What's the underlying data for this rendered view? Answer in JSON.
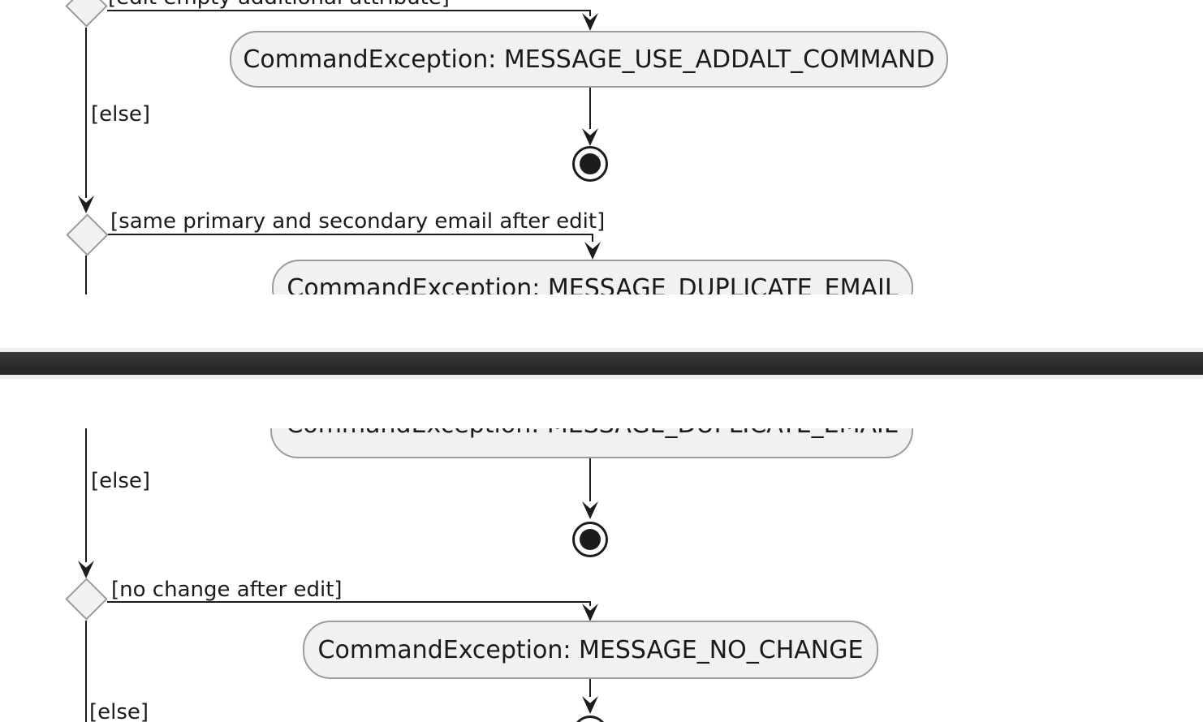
{
  "colors": {
    "node_fill": "#f1f1f1",
    "node_border": "#9b9b9b",
    "line": "#1c1c1c",
    "label_text": "#1a1a1a",
    "bar": "#2e2e2e",
    "bar_edge": "#ededed",
    "page_bg": "#ffffff"
  },
  "section_top": {
    "clipped_condition_label": "[edit empty additional attribute]",
    "exception_use_addalt": "CommandException: MESSAGE_USE_ADDALT_COMMAND",
    "else_label": "[else]",
    "condition_same_email": "[same primary and secondary email after edit]",
    "exception_duplicate_email": "CommandException: MESSAGE_DUPLICATE_EMAIL"
  },
  "section_bottom": {
    "clipped_exception_duplicate_email": "CommandException: MESSAGE_DUPLICATE_EMAIL",
    "else_label_top": "[else]",
    "condition_no_change": "[no change after edit]",
    "exception_no_change": "CommandException: MESSAGE_NO_CHANGE",
    "else_label_bottom": "[else]"
  }
}
